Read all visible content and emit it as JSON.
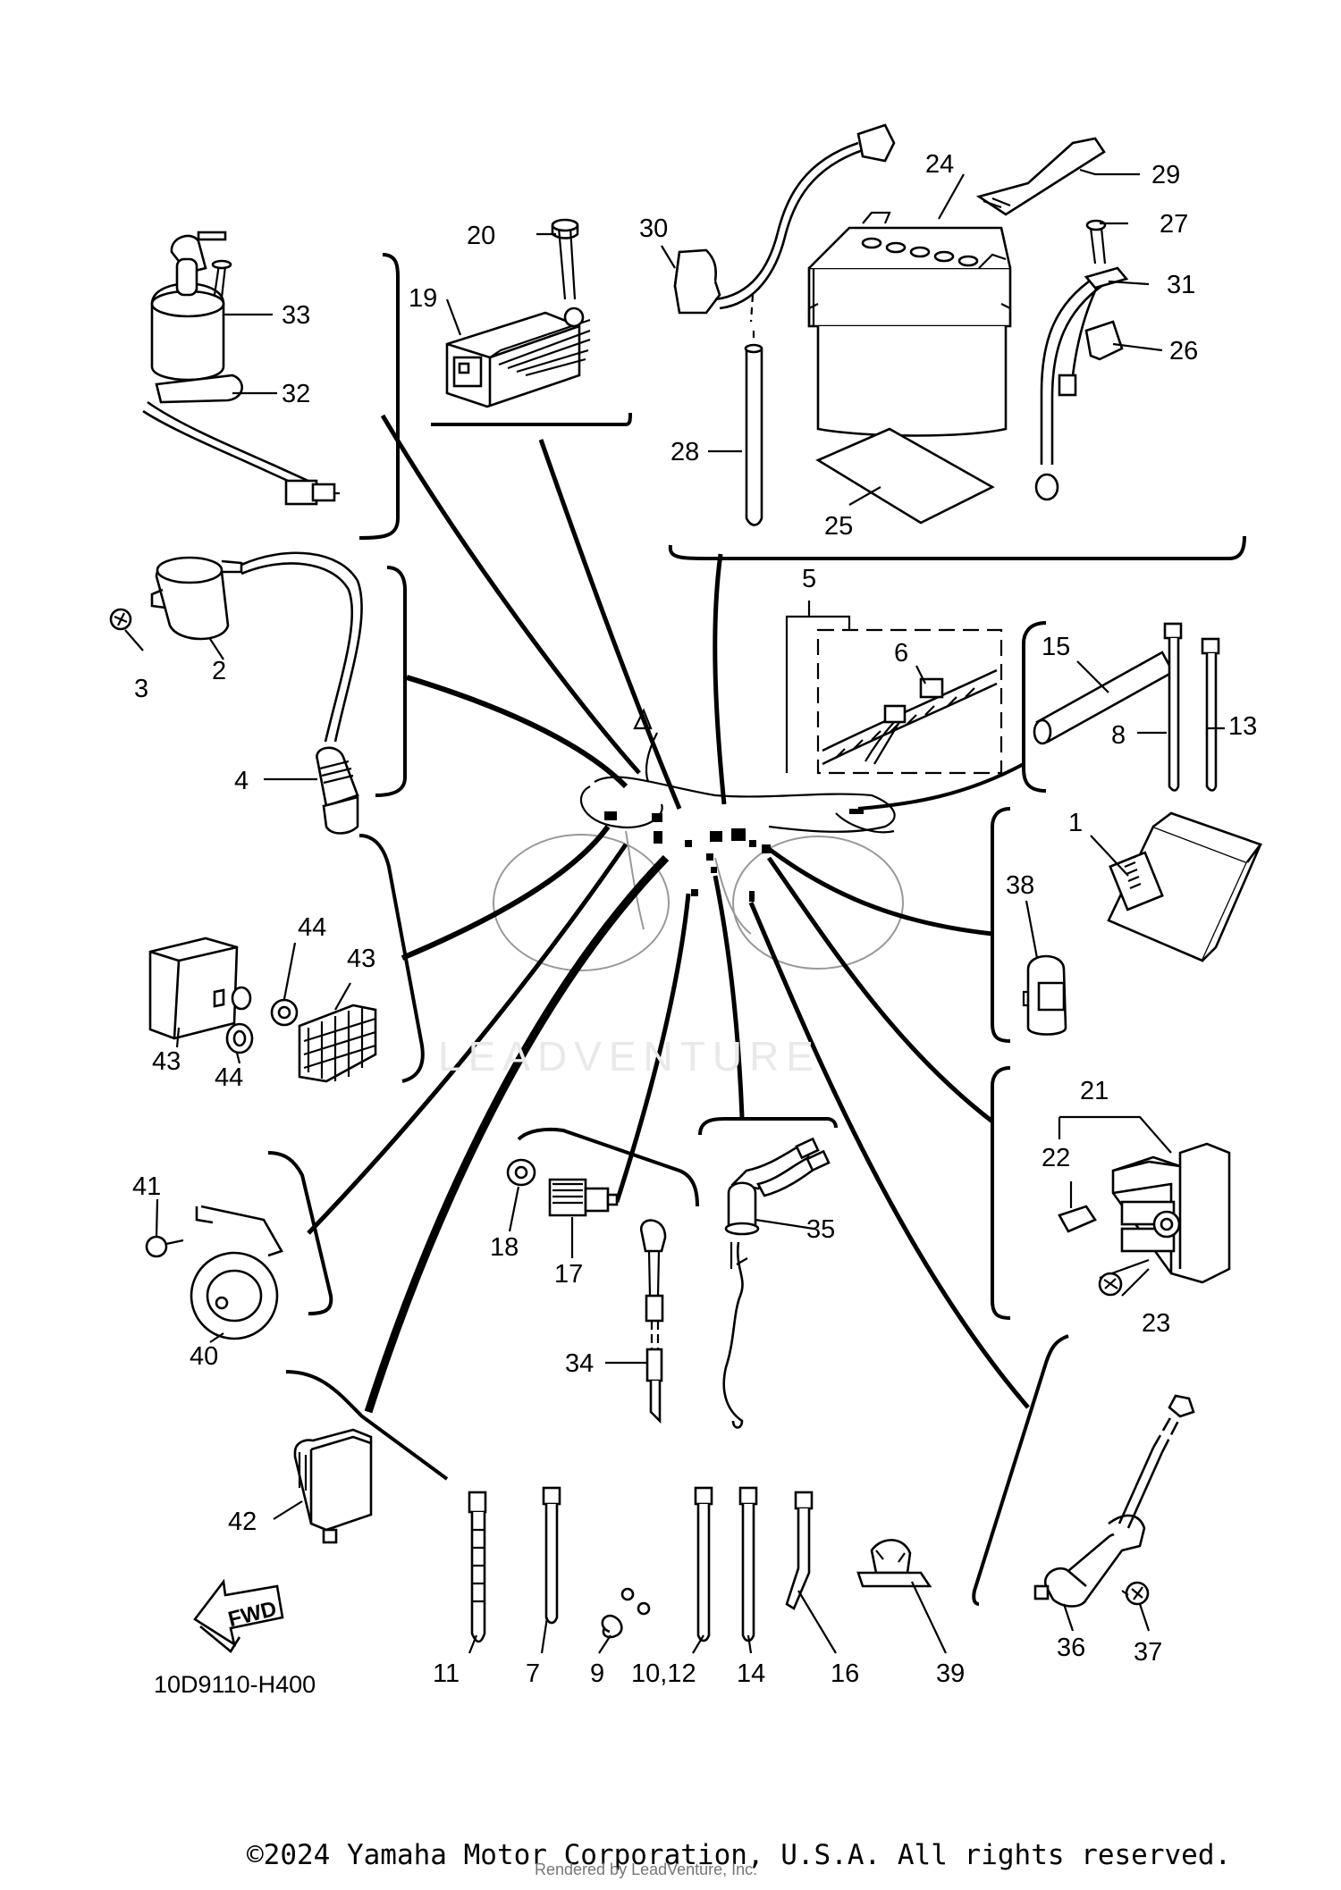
{
  "diagram_code": "10D9110-H400",
  "copyright": "©2024 Yamaha Motor Corporation, U.S.A. All rights reserved.",
  "watermark": "LEADVENTURE",
  "rendered_by": "Rendered by LeadVenture, Inc.",
  "fwd_label": "FWD",
  "callouts": {
    "c1": "1",
    "c2": "2",
    "c3": "3",
    "c4": "4",
    "c5": "5",
    "c6": "6",
    "c7": "7",
    "c8": "8",
    "c9": "9",
    "c10_12": "10,12",
    "c11": "11",
    "c13": "13",
    "c14": "14",
    "c15": "15",
    "c16": "16",
    "c17": "17",
    "c18": "18",
    "c19": "19",
    "c20": "20",
    "c21": "21",
    "c22": "22",
    "c23": "23",
    "c24": "24",
    "c25": "25",
    "c26": "26",
    "c27": "27",
    "c28": "28",
    "c29": "29",
    "c30": "30",
    "c31": "31",
    "c32": "32",
    "c33": "33",
    "c34": "34",
    "c35": "35",
    "c36": "36",
    "c37": "37",
    "c38": "38",
    "c39": "39",
    "c40": "40",
    "c41": "41",
    "c42": "42",
    "c43a": "43",
    "c43b": "43",
    "c44a": "44",
    "c44b": "44"
  }
}
